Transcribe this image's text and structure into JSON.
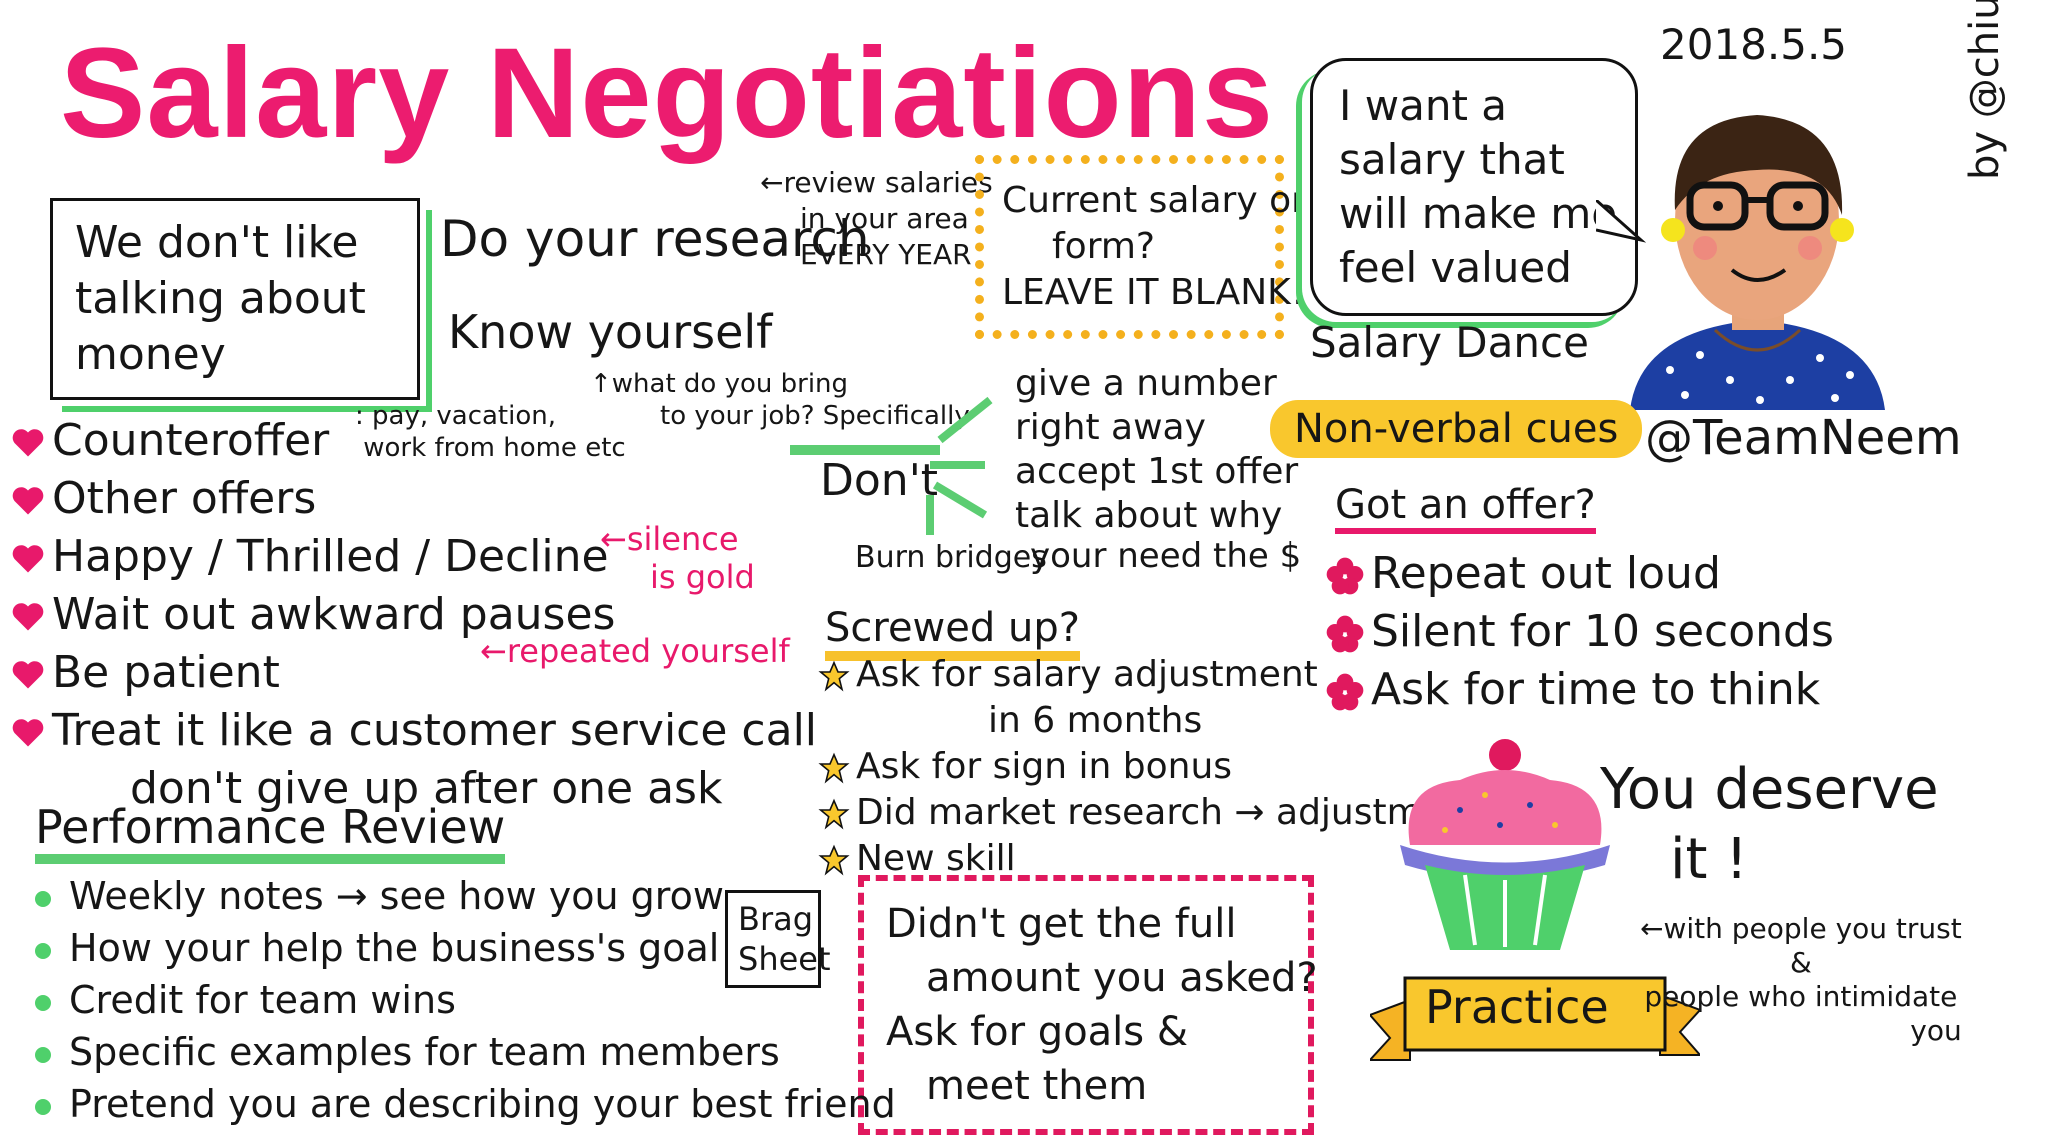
{
  "title": "Salary Negotiations",
  "date": "2018.5.5",
  "byline": "by @chiuki",
  "team": "@TeamNeem",
  "intro_box": [
    "We don't like",
    "talking about",
    "money"
  ],
  "research": {
    "main": "Do your research",
    "note": [
      "←review salaries",
      "in your area",
      "EVERY YEAR"
    ],
    "know": "Know yourself",
    "know_note": [
      "↑what do you bring",
      "to your job? Specifically"
    ]
  },
  "current_salary": [
    "Current salary on",
    "form?",
    "LEAVE IT BLANK!"
  ],
  "speech": [
    "I want a",
    "salary that",
    "will make me",
    "feel valued"
  ],
  "salary_dance": "Salary Dance",
  "nonverbal": "Non-verbal cues",
  "hearts": [
    {
      "text": "Counteroffer",
      "note": ": pay, vacation,\n work from home etc"
    },
    {
      "text": "Other offers"
    },
    {
      "text": "Happy / Thrilled / Decline"
    },
    {
      "text": "Wait out awkward pauses"
    },
    {
      "text": "Be patient"
    },
    {
      "text": "Treat it like a customer service call"
    }
  ],
  "hearts_extra": "don't give up after one ask",
  "silence_note": [
    "←silence",
    "is gold"
  ],
  "repeated_note": "←repeated yourself",
  "dont": {
    "label": "Don't",
    "items": [
      "give a number",
      "right away",
      "accept 1st offer",
      "talk about why",
      "your need the $"
    ],
    "burn": "Burn bridges"
  },
  "screwed_up": {
    "title": "Screwed up?",
    "items": [
      "Ask for salary adjustment",
      "in 6 months",
      "Ask for sign in bonus",
      "Did market research → adjustment",
      "New skill"
    ]
  },
  "didnt_get": [
    "Didn't get the full",
    "amount you asked?",
    "Ask for goals &",
    "meet them"
  ],
  "got_offer": {
    "title": "Got an offer?",
    "items": [
      "Repeat out loud",
      "Silent for 10 seconds",
      "Ask for time to think"
    ]
  },
  "deserve": [
    "You deserve",
    "it !"
  ],
  "practice": {
    "label": "Practice",
    "note": [
      "←with people you trust",
      "&",
      "people who intimidate",
      "you"
    ]
  },
  "performance": {
    "title": "Performance Review",
    "items": [
      "Weekly notes → see how you grow",
      "How your help the business's goal",
      "Credit for team wins",
      "Specific examples for team members",
      "Pretend you are describing your best friend"
    ],
    "brag": [
      "Brag",
      "Sheet"
    ]
  },
  "colors": {
    "pink": "#ec1c6f",
    "green": "#4fd06b",
    "yellow": "#f9c72d",
    "blue": "#1d3fa3"
  }
}
